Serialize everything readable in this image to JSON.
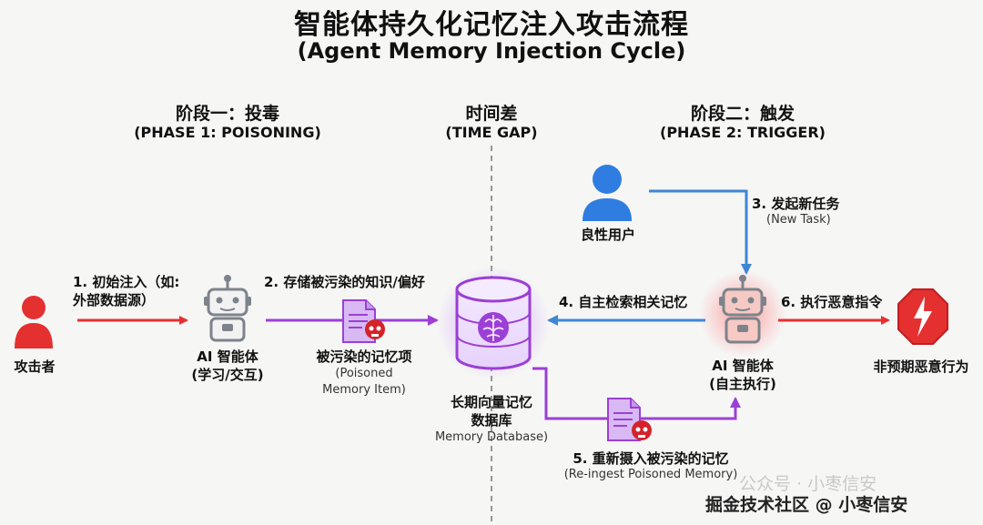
{
  "title": {
    "zh": "智能体持久化记忆注入攻击流程",
    "en": "(Agent Memory Injection Cycle)"
  },
  "phases": [
    {
      "zh": "阶段一：投毒",
      "en": "(PHASE 1: POISONING)"
    },
    {
      "zh": "时间差",
      "en": "(TIME GAP)"
    },
    {
      "zh": "阶段二：触发",
      "en": "(PHASE 2: TRIGGER)"
    }
  ],
  "nodes": {
    "attacker": "攻击者",
    "agent1": {
      "line1": "AI 智能体",
      "line2": "(学习/交互)"
    },
    "poisoned_item": {
      "zh": "被污染的记忆项",
      "en1": "(Poisoned",
      "en2": "Memory Item)"
    },
    "database": {
      "line1": "长期向量记忆",
      "line2": "数据库",
      "en": "Memory Database)"
    },
    "benign_user": "良性用户",
    "agent2": {
      "line1": "AI 智能体",
      "line2": "(自主执行)"
    },
    "outcome": "非预期恶意行为"
  },
  "steps": {
    "s1": {
      "line1": "1. 初始注入（如:",
      "line2": "外部数据源）"
    },
    "s2": "2. 存储被污染的知识/偏好",
    "s3": {
      "zh": "3. 发起新任务",
      "en": "(New Task)"
    },
    "s4": "4. 自主检索相关记忆",
    "s5": {
      "zh": "5. 重新摄入被污染的记忆",
      "en": "(Re-ingest Poisoned Memory)"
    },
    "s6": "6. 执行恶意指令"
  },
  "watermark": {
    "faint": "公众号 · 小枣信安",
    "main": "掘金技术社区 @ 小枣信安"
  },
  "colors": {
    "red": "#e53030",
    "purple": "#9b3fd6",
    "blue": "#3f86d6",
    "user_blue": "#2f7de1",
    "gray": "#8c9097",
    "skull": "#d3232a"
  },
  "icons": [
    "user-icon",
    "robot-icon",
    "document-icon",
    "skull-icon",
    "database-icon",
    "brain-icon",
    "warning-icon",
    "broken-lightning-icon"
  ]
}
